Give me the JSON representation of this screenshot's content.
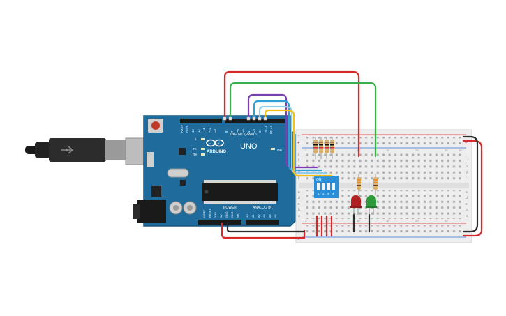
{
  "arduino": {
    "logo_text": "ARDUINO",
    "model": "UNO",
    "digital_header": "DIGITAL (PWM ~)",
    "power_label": "POWER",
    "analog_label": "ANALOG IN",
    "on_label": "ON",
    "led_l": "L",
    "led_tx": "TX",
    "led_rx": "RX",
    "aref": "AREF",
    "gnd_top": "GND",
    "pin_13": "13",
    "pin_12": "12",
    "pin_11": "~11",
    "pin_10": "~10",
    "pin_9": "~9",
    "pin_8": "8",
    "pin_7": "7",
    "pin_6": "~6",
    "pin_5": "~5",
    "pin_4": "4",
    "pin_3": "~3",
    "pin_2": "2",
    "pin_1": "TX→1",
    "pin_0": "RX←0",
    "ioref": "IOREF",
    "reset": "RESET",
    "v33": "3.3V",
    "v5": "5V",
    "gnd_a": "GND",
    "gnd_b": "GND",
    "vin": "Vin",
    "a0": "A0",
    "a1": "A1",
    "a2": "A2",
    "a3": "A3",
    "a4": "A4",
    "a5": "A5"
  },
  "dip_switch": {
    "on_label": "ON",
    "n1": "1",
    "n2": "2",
    "n3": "3",
    "n4": "4"
  },
  "breadboard": {
    "row_a": "a",
    "row_b": "b",
    "row_c": "c",
    "row_d": "d",
    "row_e": "e",
    "row_f": "f",
    "row_g": "g",
    "row_h": "h",
    "row_i": "i",
    "row_j": "j",
    "plus": "+",
    "minus": "−",
    "col_1": "1",
    "col_5": "5",
    "col_10": "10",
    "col_15": "15",
    "col_20": "20",
    "col_25": "25",
    "col_30": "30"
  },
  "colors": {
    "board": "#1e6b9c",
    "board_edge": "#16567f",
    "breadboard": "#ededed",
    "wire_red": "#d62a2a",
    "wire_green": "#3aae4a",
    "wire_black": "#2b2b2b",
    "wire_purple": "#7a3fb5",
    "wire_blue": "#2f9fd6",
    "wire_yellow": "#f2c11a",
    "led_red": "#b02020",
    "led_green": "#2f9a3a",
    "dip": "#2a8fd8"
  }
}
